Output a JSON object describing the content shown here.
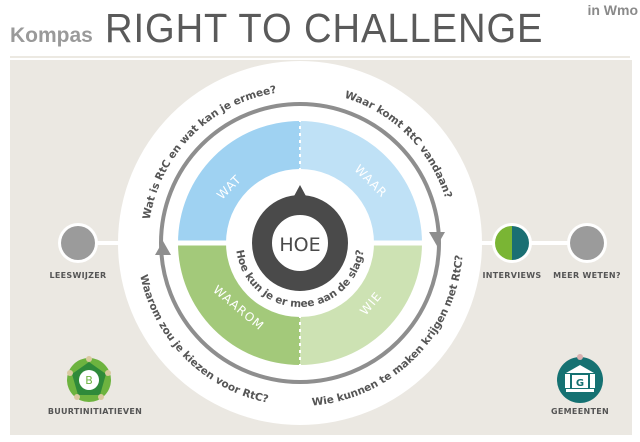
{
  "header": {
    "prefix": "Kompas",
    "title": "RIGHT TO CHALLENGE",
    "suffix": "in Wmo"
  },
  "center": {
    "label": "HOE",
    "question": "Hoe kun je er mee aan de slag?"
  },
  "quadrants": [
    {
      "label": "WAT",
      "color": "#9fd2f2"
    },
    {
      "label": "WAAR",
      "color": "#bfe1f6"
    },
    {
      "label": "WAAROM",
      "color": "#a3c97a"
    },
    {
      "label": "WIE",
      "color": "#cde2b3"
    }
  ],
  "questions": {
    "wat": "Wat is RtC en wat kan je ermee?",
    "waar": "Waar komt RtC vandaan?",
    "waarom": "Waarom zou je kiezen voor RtC?",
    "wie": "Wie kunnen te maken krijgen met RtC?"
  },
  "nodes": {
    "leeswijzer": "LEESWIJZER",
    "interviews": "INTERVIEWS",
    "meer_weten": "MEER WETEN?",
    "buurtinitiatieven": "BUURTINITIATIEVEN",
    "buurtinitiatieven_letter": "B",
    "gemeenten": "GEMEENTEN",
    "gemeenten_letter": "G"
  }
}
